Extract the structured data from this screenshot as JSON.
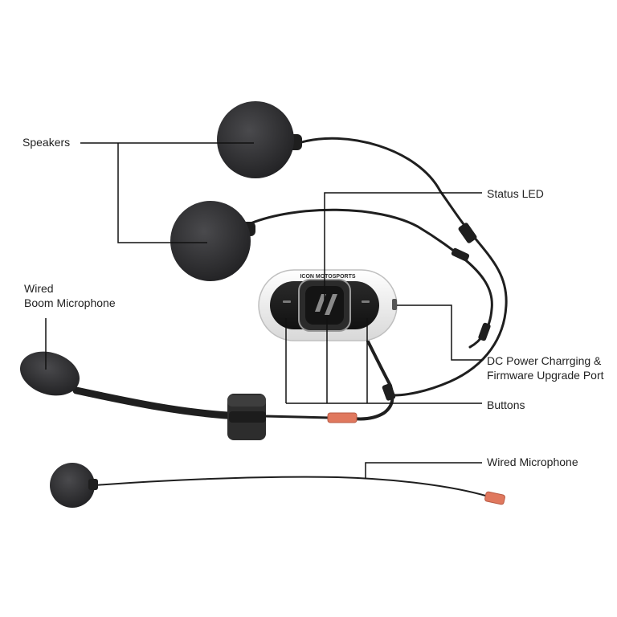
{
  "labels": {
    "speakers": "Speakers",
    "status_led": "Status LED",
    "boom_mic_line1": "Wired",
    "boom_mic_line2": "Boom Microphone",
    "dc_port_line1": "DC Power Charrging &",
    "dc_port_line2": "Firmware Upgrade Port",
    "buttons": "Buttons",
    "wired_mic": "Wired Microphone"
  },
  "device": {
    "brand_text": "ICON MOTOSPORTS"
  },
  "colors": {
    "foam": "#2e2e30",
    "cable": "#1f1f1f",
    "leader_line": "#111111",
    "device_shell": "#f1f1f1",
    "device_face": "#1e1e1e",
    "connector": "#e0785e",
    "text": "#222222"
  },
  "icons": {
    "speaker": "foam-speaker-icon",
    "boom_mic": "boom-mic-icon",
    "wired_mic": "foam-mic-icon",
    "headset_unit": "headset-unit-icon"
  }
}
